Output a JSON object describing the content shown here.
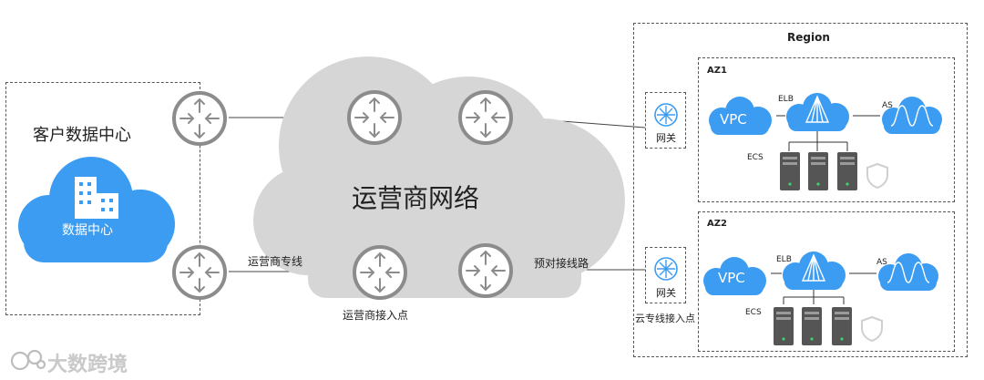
{
  "customer_dc": {
    "title": "客户数据中心",
    "cloud_label": "数据中心"
  },
  "carrier": {
    "title": "运营商网络",
    "line_label": "运营商专线",
    "access_point_label": "运营商接入点",
    "predial_label": "预对接线路"
  },
  "region": {
    "title": "Region",
    "gateway_label": "网关",
    "access_label": "云专线接入点",
    "azs": [
      {
        "name": "AZ1",
        "vpc": "VPC",
        "elb": "ELB",
        "as": "AS",
        "ecs": "ECS"
      },
      {
        "name": "AZ2",
        "vpc": "VPC",
        "elb": "ELB",
        "as": "AS",
        "ecs": "ECS"
      }
    ]
  },
  "watermark": "大数跨境",
  "colors": {
    "cloud_blue": "#3b9cf2",
    "cloud_gray": "#d6d6d6",
    "router_ring": "#8c8c8c",
    "server": "#555555"
  }
}
